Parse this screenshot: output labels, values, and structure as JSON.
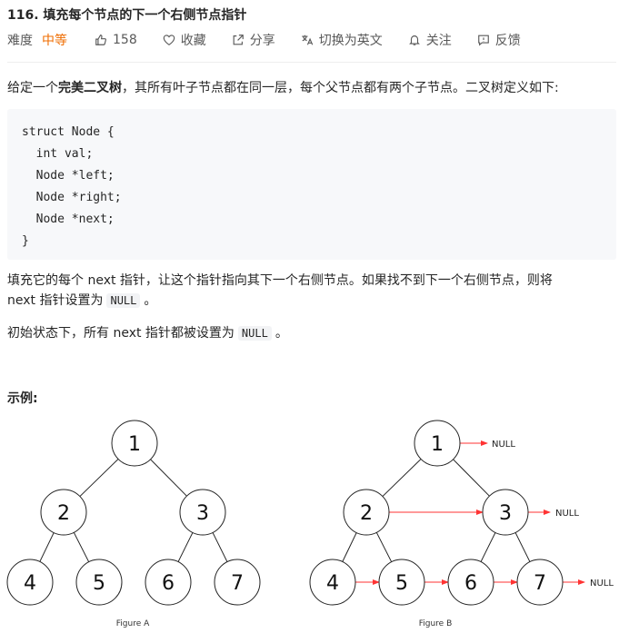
{
  "problem": {
    "title": "116. 填充每个节点的下一个右侧节点指针"
  },
  "meta": {
    "difficulty_label": "难度",
    "difficulty_value": "中等",
    "likes": "158",
    "collect_label": "收藏",
    "share_label": "分享",
    "switch_lang_label": "切换为英文",
    "follow_label": "关注",
    "feedback_label": "反馈",
    "difficulty_color": "#ef6c00"
  },
  "description": {
    "intro_prefix": "给定一个",
    "intro_bold": "完美二叉树",
    "intro_suffix": "，其所有叶子节点都在同一层，每个父节点都有两个子节点。二叉树定义如下:",
    "code_lines": [
      "struct Node {",
      "  int val;",
      "  Node *left;",
      "  Node *right;",
      "  Node *next;",
      "}"
    ],
    "fill_text_1": "填充它的每个 next 指针，让这个指针指向其下一个右侧节点。如果找不到下一个右侧节点，则将",
    "fill_text_2": "next 指针设置为",
    "null_code": "NULL",
    "period": "。",
    "init_text": "初始状态下，所有 next 指针都被设置为"
  },
  "example": {
    "title": "示例:"
  },
  "figure": {
    "nodes": [
      "1",
      "2",
      "3",
      "4",
      "5",
      "6",
      "7"
    ],
    "null_label": "NULL",
    "caption_a": "Figure A",
    "caption_b": "Figure B",
    "arrow_color": "#ff3333"
  }
}
